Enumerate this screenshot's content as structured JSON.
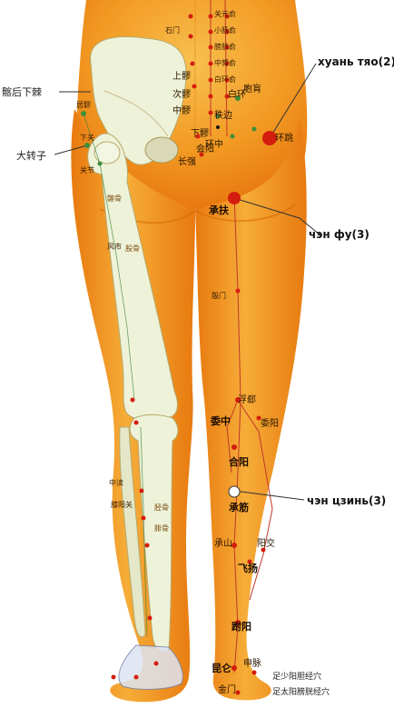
{
  "labels": {
    "huan_tiao": "хуань тяо(2)",
    "cheng_fu": "чэн фу(3)",
    "cheng_jin": "чэн цзинь(3)",
    "ilium_left": "髂后下棘",
    "trochanter_left": "大转子"
  },
  "points": {
    "chengfu": "承扶",
    "weizhong": "委中",
    "heyang": "合阳",
    "chengjin": "承筋",
    "chengshan": "承山",
    "feiyang": "飞扬",
    "fuyang": "跗阳",
    "kunlun": "昆仑",
    "jinmen": "金门",
    "shenmai": "申脉",
    "weiyang": "委阳",
    "fuxi": "浮郄",
    "yangjiao": "阳交",
    "huantiao": "环跳",
    "changqiang": "长强",
    "huiyang": "会阳",
    "xialiao": "下髎",
    "zhongliao": "中髎",
    "ciliao": "次髎",
    "shangliao": "上髎",
    "baihuan": "白环",
    "huanzhong": "环中",
    "zhibian": "秩边",
    "baohuang": "胞肓",
    "juliao": "居髎",
    "fengshi": "风市",
    "zhongdu": "中渎",
    "xiyangguan": "膝阳关",
    "yinmen": "殷门",
    "shimen": "石门",
    "pangguangshu": "膀胱俞",
    "zhonglvshu": "中膂俞",
    "guanyuanshu": "关元俞",
    "xiaochangshu": "小肠俞",
    "baihuanshu": "白环俞",
    "xiaguan": "下关",
    "guanjie": "关节"
  },
  "legend": {
    "gallbladder": "足少阳胆经穴",
    "bladder": "足太阳膀胱经穴"
  },
  "bones": {
    "femur": "股骨",
    "tibia": "胫骨",
    "fibula": "腓骨",
    "ilium": "髂骨"
  },
  "colors": {
    "skin": "#f28a1a",
    "skin_light": "#f7b441",
    "bone": "#eef2d8",
    "point_red": "#d41d0e",
    "point_green": "#3f8f3a",
    "line": "#c0392b"
  }
}
